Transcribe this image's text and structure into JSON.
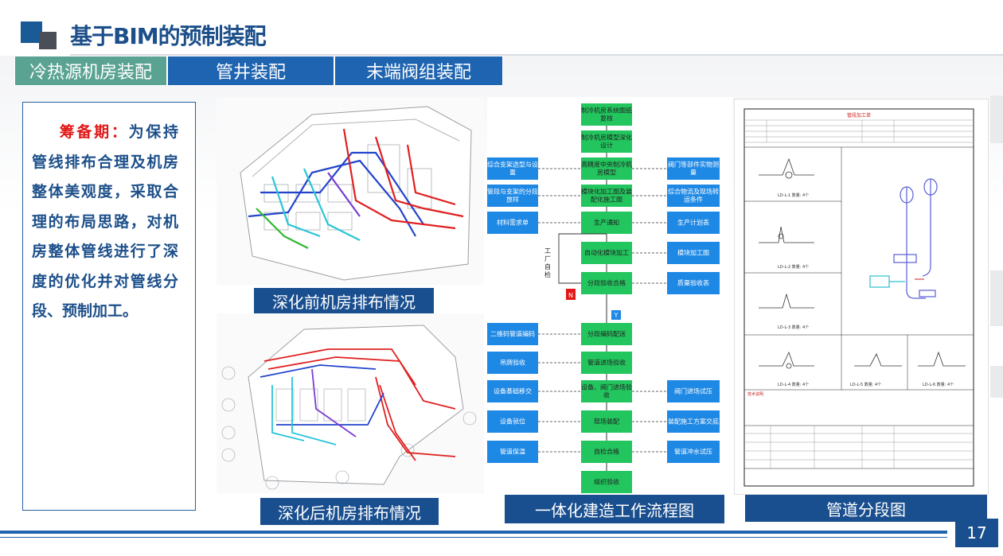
{
  "header": {
    "title": "基于BIM的预制装配"
  },
  "tabs": [
    {
      "label": "冷热源机房装配",
      "active": true
    },
    {
      "label": "管井装配",
      "active": false
    },
    {
      "label": "末端阀组装配",
      "active": false
    }
  ],
  "left_panel": {
    "highlight": "筹备期：",
    "text": "为保持管线排布合理及机房整体美观度，采取合理的布局思路，对机房整体管线进行了深度的优化并对管线分段、预制加工。"
  },
  "captions": {
    "before": "深化前机房排布情况",
    "after": "深化后机房排布情况",
    "flow": "一体化建造工作流程图",
    "segment": "管道分段图"
  },
  "flowchart": {
    "center": [
      "制冷机房系统图纸复核",
      "制冷机房模型深化设计",
      "高精度中央制冷机房模型",
      "模块化加工图及装配化施工图",
      "生产通知",
      "自动化模块加工",
      "分段验收合格",
      "分段编码配送",
      "管道进场验收",
      "设备、阀门进场验收",
      "现场装配",
      "自检合格",
      "组织验收"
    ],
    "left": [
      "综合支架选型与设置",
      "管段与支架的分段放样",
      "材料需求单",
      "二维码管道编码",
      "吊牌验收",
      "设备基础移交",
      "设备就位",
      "管道保温"
    ],
    "right": [
      "阀门等部件实物测量",
      "综合物流及现场转运条件",
      "生产计划表",
      "模块加工图",
      "质量验收表",
      "阀门进场试压",
      "装配施工方案交底",
      "管道冲水试压"
    ],
    "side_label": "工厂自检",
    "no_label": "N",
    "yes_label": "Y"
  },
  "segment_sheet": {
    "sheet_title": "管段加工单",
    "labels": [
      "LD-L-1 数量: 4个",
      "LD-L-2 数量: 4个",
      "LD-L-3 数量: 4个",
      "LD-L-4 数量: 4个",
      "LD-L-5 数量: 4个",
      "LD-L-6 数量: 4个"
    ],
    "note_title": "技术说明"
  },
  "page_number": "17",
  "colors": {
    "brand_blue": "#1f64b0",
    "active_tab": "#5aa393",
    "flow_green": "#22c55e",
    "flow_blue": "#1e88e5",
    "highlight_red": "#e21818"
  }
}
